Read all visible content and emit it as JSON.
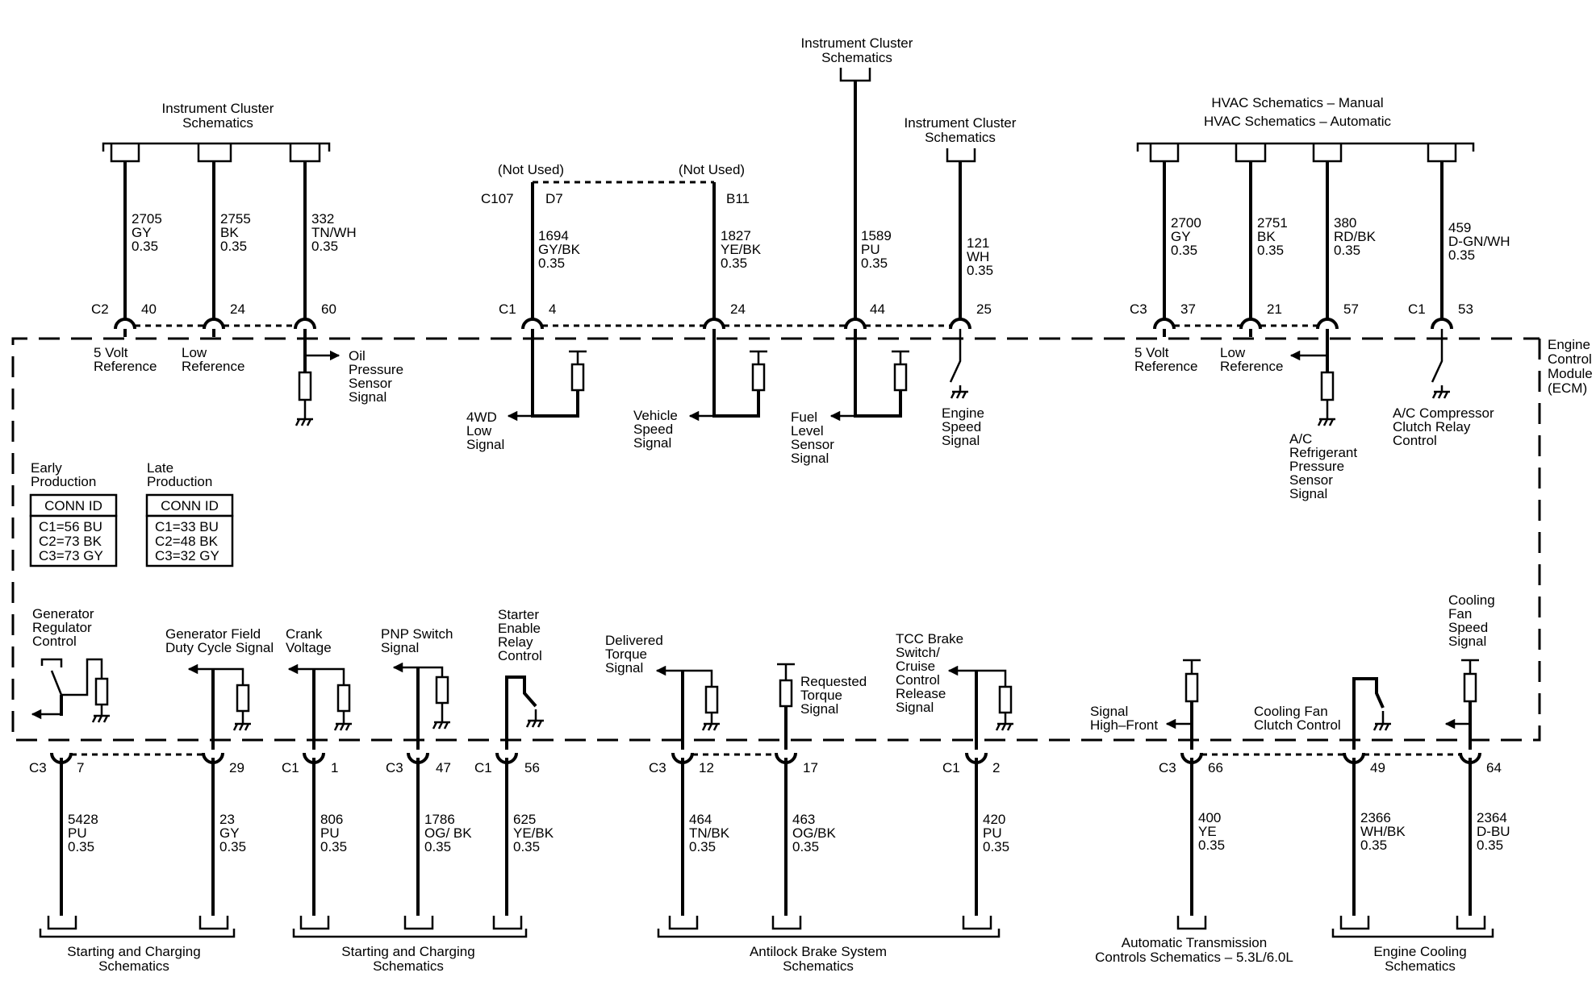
{
  "ecm": {
    "label": [
      "Engine",
      "Control",
      "Module",
      "(ECM)"
    ]
  },
  "conn_tables": [
    {
      "title": [
        "Early",
        "Production"
      ],
      "head": "CONN ID",
      "rows": [
        "C1=56 BU",
        "C2=73 BK",
        "C3=73 GY"
      ]
    },
    {
      "title": [
        "Late",
        "Production"
      ],
      "head": "CONN ID",
      "rows": [
        "C1=33 BU",
        "C2=48 BK",
        "C3=32 GY"
      ]
    }
  ],
  "schematic_refs": {
    "top_left": [
      "Instrument Cluster",
      "Schematics"
    ],
    "top_center": [
      "Instrument Cluster",
      "Schematics"
    ],
    "top_mid": [
      "Instrument Cluster",
      "Schematics"
    ],
    "top_right": [
      "HVAC Schematics – Manual",
      "HVAC Schematics – Automatic"
    ],
    "bottom_1": [
      "Starting and Charging",
      "Schematics"
    ],
    "bottom_2": [
      "Starting and Charging",
      "Schematics"
    ],
    "bottom_3": [
      "Antilock Brake System",
      "Schematics"
    ],
    "bottom_4": [
      "Automatic Transmission",
      "Controls Schematics – 5.3L/6.0L"
    ],
    "bottom_5": [
      "Engine Cooling",
      "Schematics"
    ]
  },
  "top_wires": [
    {
      "circuit": "2705",
      "color": "GY",
      "size": "0.35",
      "connector": "C2",
      "pin": "40",
      "label": [
        "5 Volt",
        "Reference"
      ]
    },
    {
      "circuit": "2755",
      "color": "BK",
      "size": "0.35",
      "connector": "",
      "pin": "24",
      "label": [
        "Low",
        "Reference"
      ]
    },
    {
      "circuit": "332",
      "color": "TN/WH",
      "size": "0.35",
      "connector": "",
      "pin": "60",
      "label": [
        "Oil",
        "Pressure",
        "Sensor",
        "Signal"
      ]
    },
    {
      "circuit": "1694",
      "color": "GY/BK",
      "size": "0.35",
      "connector": "C1",
      "pin": "4",
      "label": [
        "4WD",
        "Low",
        "Signal"
      ]
    },
    {
      "circuit": "1827",
      "color": "YE/BK",
      "size": "0.35",
      "connector": "",
      "pin": "24",
      "label": [
        "Vehicle",
        "Speed",
        "Signal"
      ]
    },
    {
      "circuit": "1589",
      "color": "PU",
      "size": "0.35",
      "connector": "",
      "pin": "44",
      "label": [
        "Fuel",
        "Level",
        "Sensor",
        "Signal"
      ]
    },
    {
      "circuit": "121",
      "color": "WH",
      "size": "0.35",
      "connector": "",
      "pin": "25",
      "label": [
        "Engine",
        "Speed",
        "Signal"
      ]
    },
    {
      "circuit": "2700",
      "color": "GY",
      "size": "0.35",
      "connector": "C3",
      "pin": "37",
      "label": [
        "5 Volt",
        "Reference"
      ]
    },
    {
      "circuit": "2751",
      "color": "BK",
      "size": "0.35",
      "connector": "",
      "pin": "21",
      "label": [
        "Low",
        "Reference"
      ]
    },
    {
      "circuit": "380",
      "color": "RD/BK",
      "size": "0.35",
      "connector": "",
      "pin": "57",
      "label": [
        "A/C",
        "Refrigerant",
        "Pressure",
        "Sensor",
        "Signal"
      ]
    },
    {
      "circuit": "459",
      "color": "D-GN/WH",
      "size": "0.35",
      "connector": "C1",
      "pin": "53",
      "label": [
        "A/C Compressor",
        "Clutch Relay",
        "Control"
      ]
    }
  ],
  "not_used": {
    "label": "(Not Used)",
    "connector": "C107",
    "pin_a": "D7",
    "pin_b": "B11"
  },
  "bottom_wires": [
    {
      "circuit": "5428",
      "color": "PU",
      "size": "0.35",
      "connector": "C3",
      "pin": "7",
      "label": [
        "Generator",
        "Regulator",
        "Control"
      ]
    },
    {
      "circuit": "23",
      "color": "GY",
      "size": "0.35",
      "connector": "",
      "pin": "29",
      "label": [
        "Generator Field",
        "Duty Cycle Signal"
      ]
    },
    {
      "circuit": "806",
      "color": "PU",
      "size": "0.35",
      "connector": "C1",
      "pin": "1",
      "label": [
        "Crank",
        "Voltage"
      ]
    },
    {
      "circuit": "1786",
      "color": "OG/ BK",
      "size": "0.35",
      "connector": "C3",
      "pin": "47",
      "label": [
        "PNP Switch",
        "Signal"
      ]
    },
    {
      "circuit": "625",
      "color": "YE/BK",
      "size": "0.35",
      "connector": "C1",
      "pin": "56",
      "label": [
        "Starter",
        "Enable",
        "Relay",
        "Control"
      ]
    },
    {
      "circuit": "464",
      "color": "TN/BK",
      "size": "0.35",
      "connector": "C3",
      "pin": "12",
      "label": [
        "Delivered",
        "Torque",
        "Signal"
      ]
    },
    {
      "circuit": "463",
      "color": "OG/BK",
      "size": "0.35",
      "connector": "",
      "pin": "17",
      "label": [
        "Requested",
        "Torque",
        "Signal"
      ]
    },
    {
      "circuit": "420",
      "color": "PU",
      "size": "0.35",
      "connector": "C1",
      "pin": "2",
      "label": [
        "TCC Brake",
        "Switch/",
        "Cruise",
        "Control",
        "Release",
        "Signal"
      ]
    },
    {
      "circuit": "400",
      "color": "YE",
      "size": "0.35",
      "connector": "C3",
      "pin": "66",
      "label": [
        "Signal",
        "High–Front"
      ]
    },
    {
      "circuit": "2366",
      "color": "WH/BK",
      "size": "0.35",
      "connector": "",
      "pin": "49",
      "label": [
        "Cooling Fan",
        "Clutch Control"
      ]
    },
    {
      "circuit": "2364",
      "color": "D-BU",
      "size": "0.35",
      "connector": "",
      "pin": "64",
      "label": [
        "Cooling",
        "Fan",
        "Speed",
        "Signal"
      ]
    }
  ]
}
